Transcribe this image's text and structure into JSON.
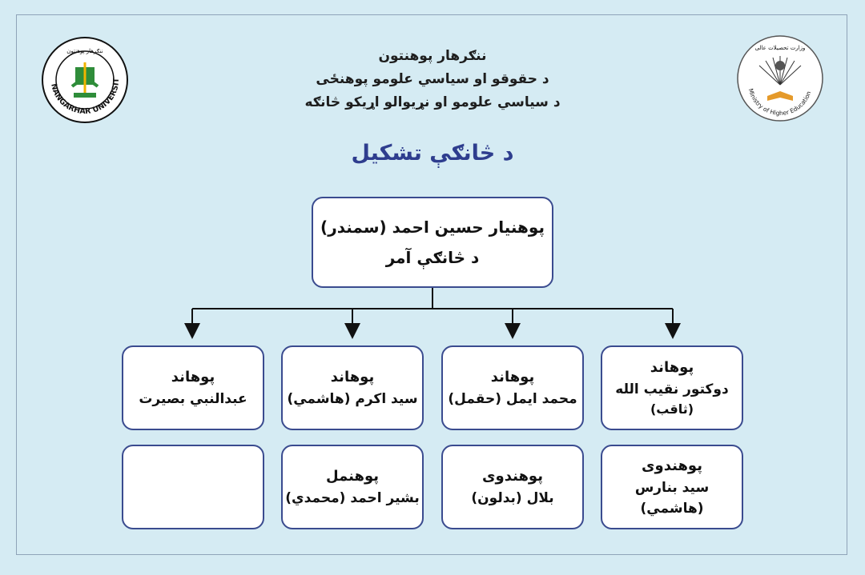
{
  "header": {
    "line1": "ننګرهار پوهنتون",
    "line2": "د حقوقو او سیاسي علومو پوهنځی",
    "line3": "د سیاسي علومو او نړیوالو اړیکو څانګه"
  },
  "title": "د څانګې تشکیل",
  "logos": {
    "left_text": "NANGARHAR UNIVERSITY",
    "left_top_text": "ننګرهار پوهنتون",
    "right_text": "Ministry of Higher Education",
    "right_top_text": "وزارت تحصیلات عالی"
  },
  "head_box": {
    "name": "پوهنیار حسین احمد (سمندر)",
    "role": "د څانګې آمر"
  },
  "row1": [
    {
      "rank": "پوهاند",
      "name": "دوکتور نقیب الله",
      "extra": "(ثاقب)"
    },
    {
      "rank": "پوهاند",
      "name": "محمد ایمل (حقمل)",
      "extra": ""
    },
    {
      "rank": "پوهاند",
      "name": "سید اکرم (هاشمي)",
      "extra": ""
    },
    {
      "rank": "پوهاند",
      "name": "عبدالنبي بصیرت",
      "extra": ""
    }
  ],
  "row2": [
    {
      "rank": "پوهندوی",
      "name": "سید بنارس (هاشمي)"
    },
    {
      "rank": "پوهندوی",
      "name": "بلال (بدلون)"
    },
    {
      "rank": "پوهنمل",
      "name": "بشیر احمد (محمدي)"
    },
    {
      "rank": "",
      "name": ""
    }
  ],
  "colors": {
    "border": "#3a4b8f",
    "title": "#2e3d8e",
    "background": "#d5ebf3"
  }
}
